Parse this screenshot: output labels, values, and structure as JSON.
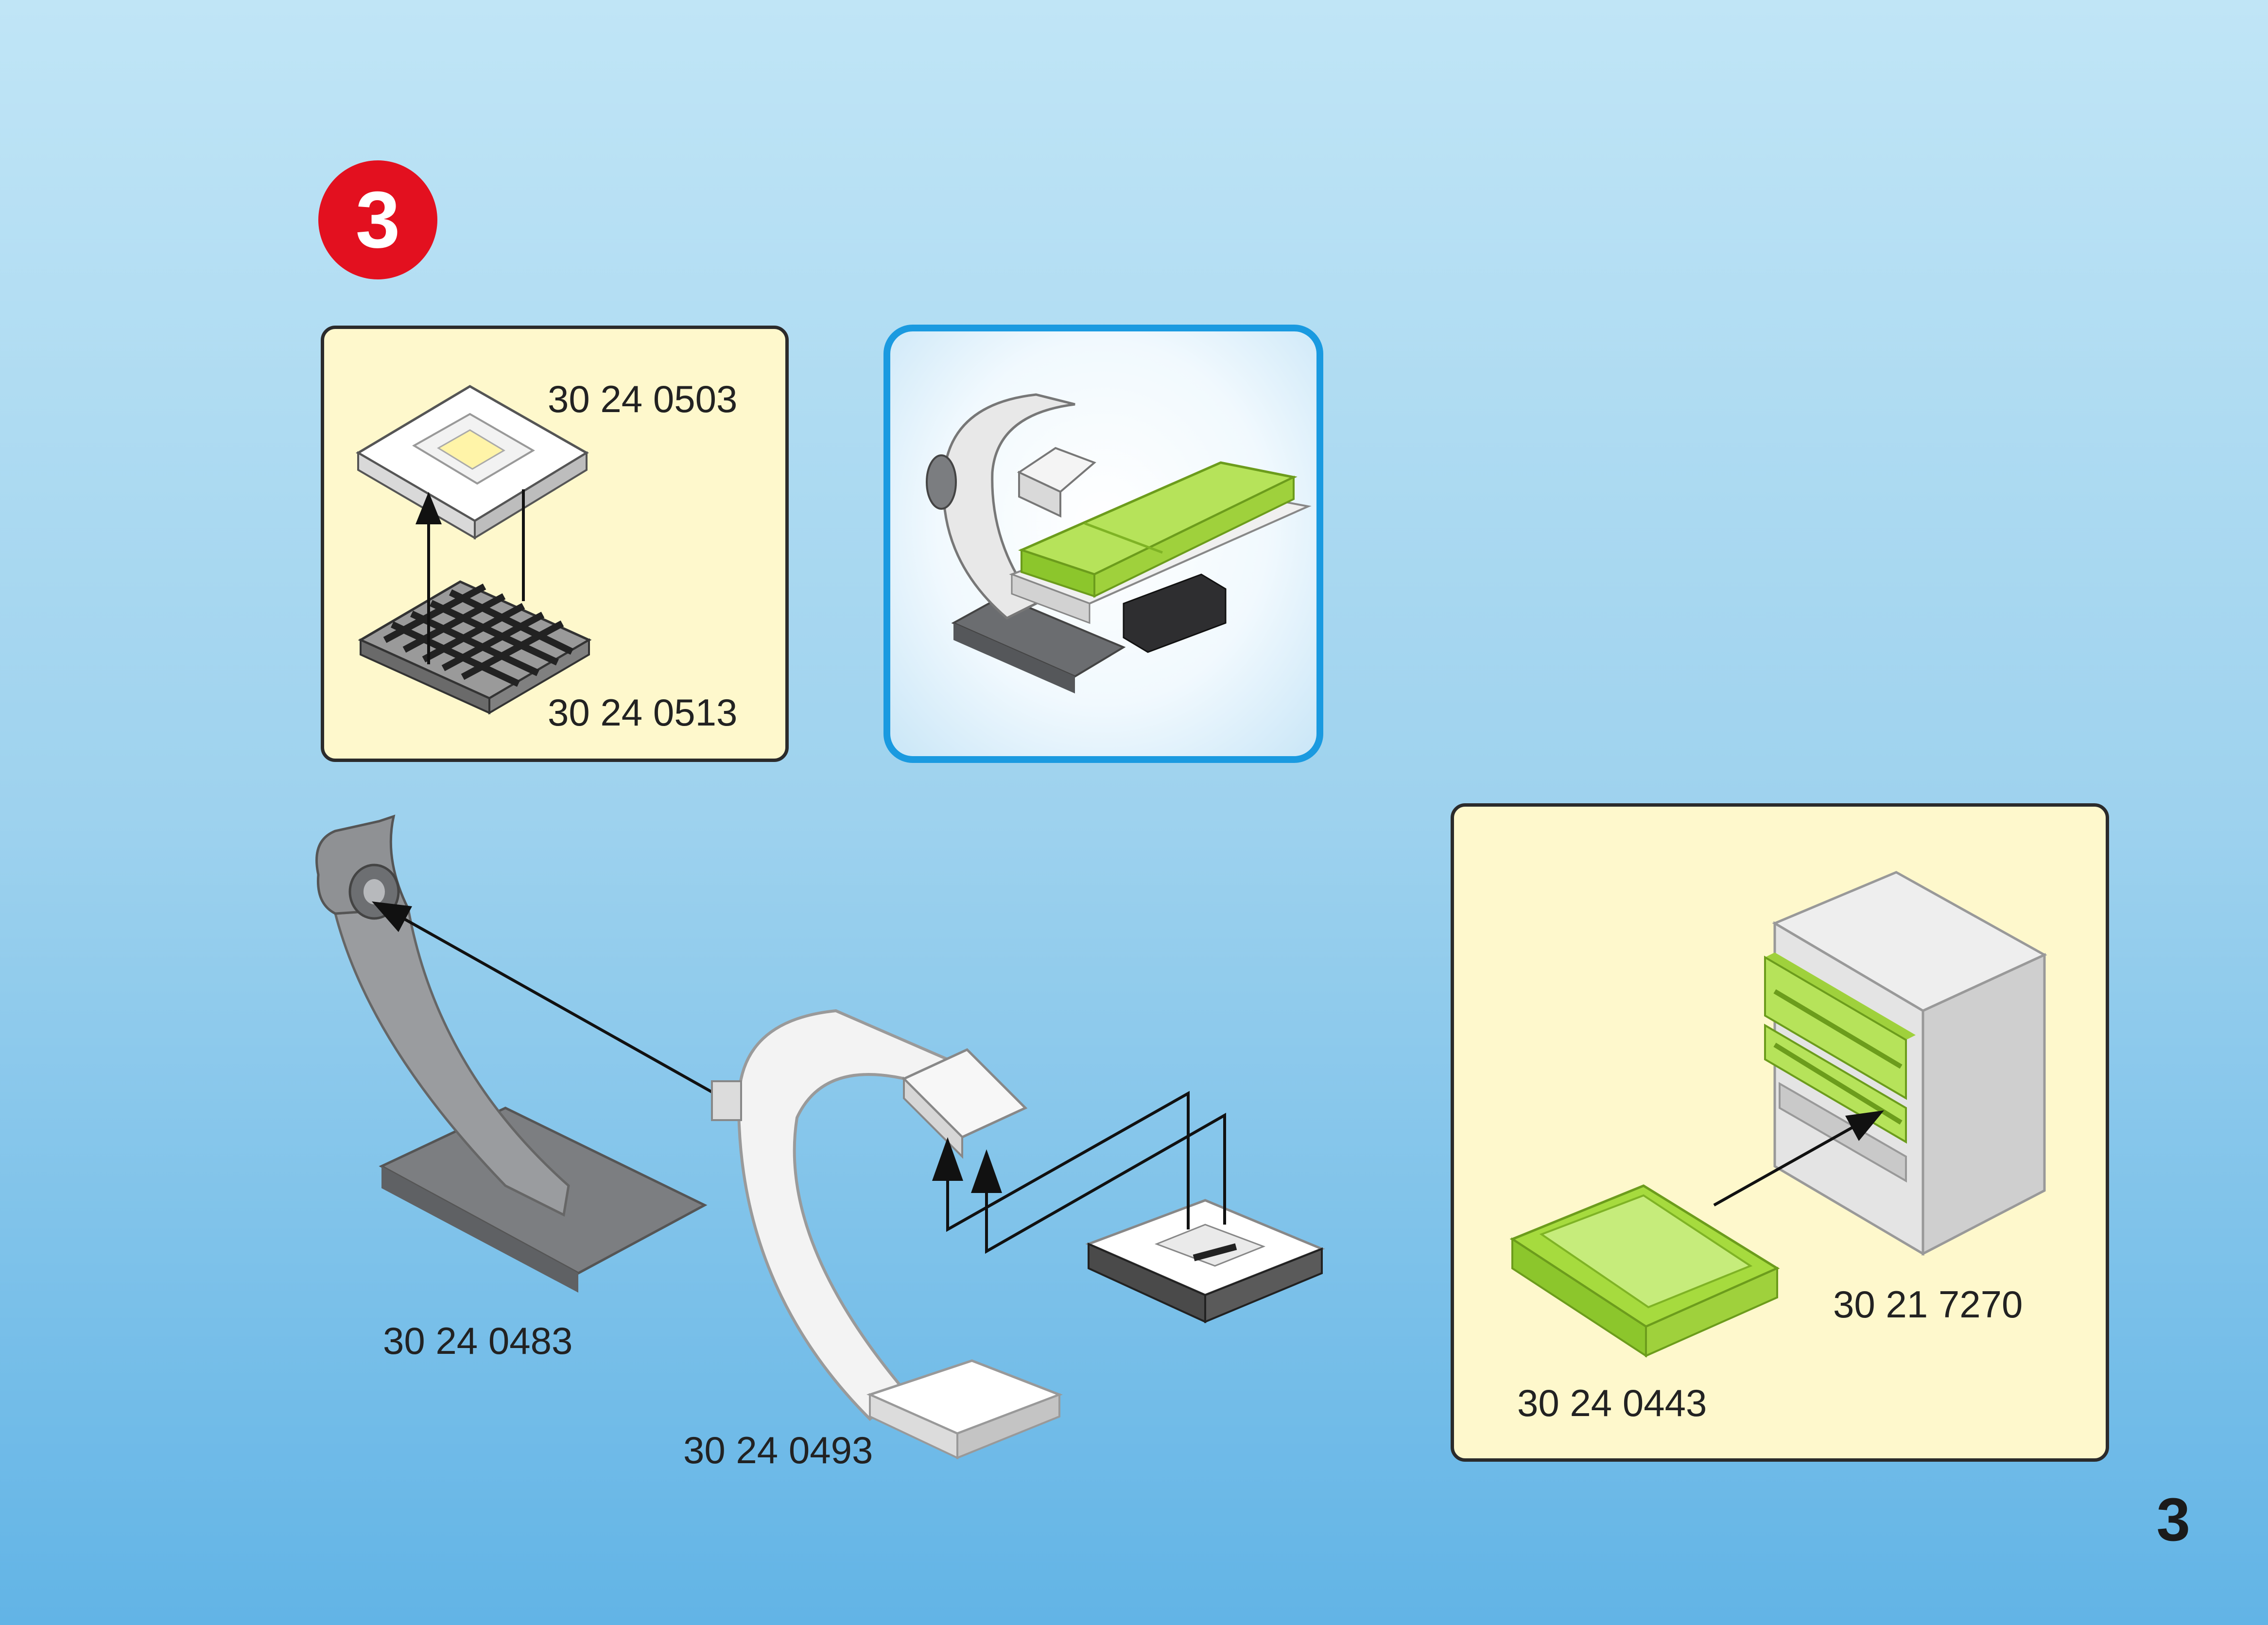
{
  "step": {
    "number": "3"
  },
  "page_number": "3",
  "parts": {
    "top_plate": "30 24 0503",
    "base_grid": "30 24 0513",
    "curved_stand": "30 24 0483",
    "c_arm": "30 24 0493",
    "drawer": "30 24 0443",
    "cabinet": "30 21 7270"
  },
  "colors": {
    "badge": "#e3101f",
    "panel": "#fef8cc",
    "preview_border": "#1a9ae0",
    "mattress_green": "#a6db3e",
    "stand_gray": "#8a8c8f"
  }
}
